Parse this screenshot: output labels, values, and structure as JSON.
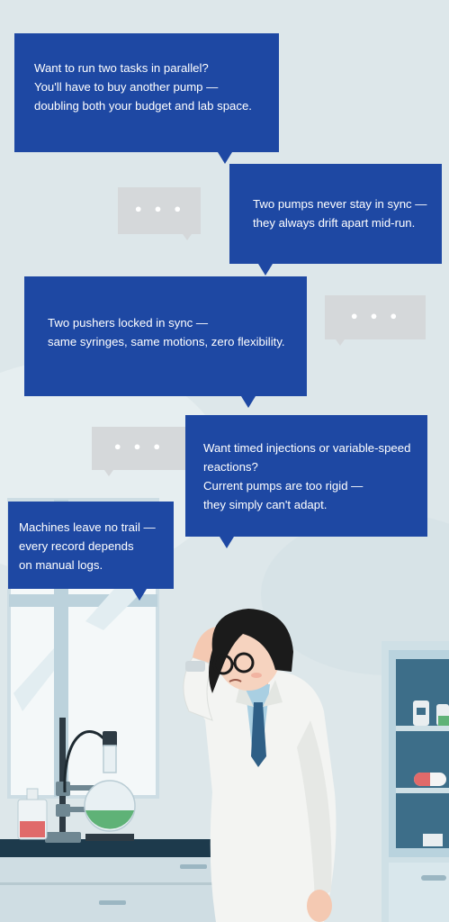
{
  "messages": [
    {
      "lines": [
        "Want to run two tasks in parallel?",
        "You'll have to buy another pump —",
        "doubling both your budget and lab space."
      ]
    },
    {
      "lines": [
        "Two pumps never stay in sync —",
        "they always drift apart mid-run."
      ]
    },
    {
      "lines": [
        "Two pushers locked in sync —",
        "same syringes, same motions, zero flexibility."
      ]
    },
    {
      "lines": [
        "Want timed injections or variable-speed",
        "reactions?",
        "Current pumps are too rigid —",
        "they simply can't adapt."
      ]
    },
    {
      "lines": [
        "Machines leave no trail —",
        "every record depends",
        "on manual logs."
      ]
    }
  ],
  "typing_indicator": "• • •",
  "colors": {
    "bubble": "#1e48a3",
    "typing_bubble": "#d5d8da",
    "background": "#dde7ea",
    "lab_coat": "#f3f4f2",
    "hair": "#1b1b1b",
    "tie": "#2f5f86",
    "flask_liquid": "#5fb277",
    "bottle_liquid": "#e06a6a",
    "bench": "#1d3a4c",
    "cabinet": "#cfe0e6"
  },
  "icons": [
    "scientist-illustration",
    "lab-window",
    "retort-stand",
    "round-bottom-flask",
    "reagent-bottle",
    "glass-cabinet",
    "capsule"
  ]
}
